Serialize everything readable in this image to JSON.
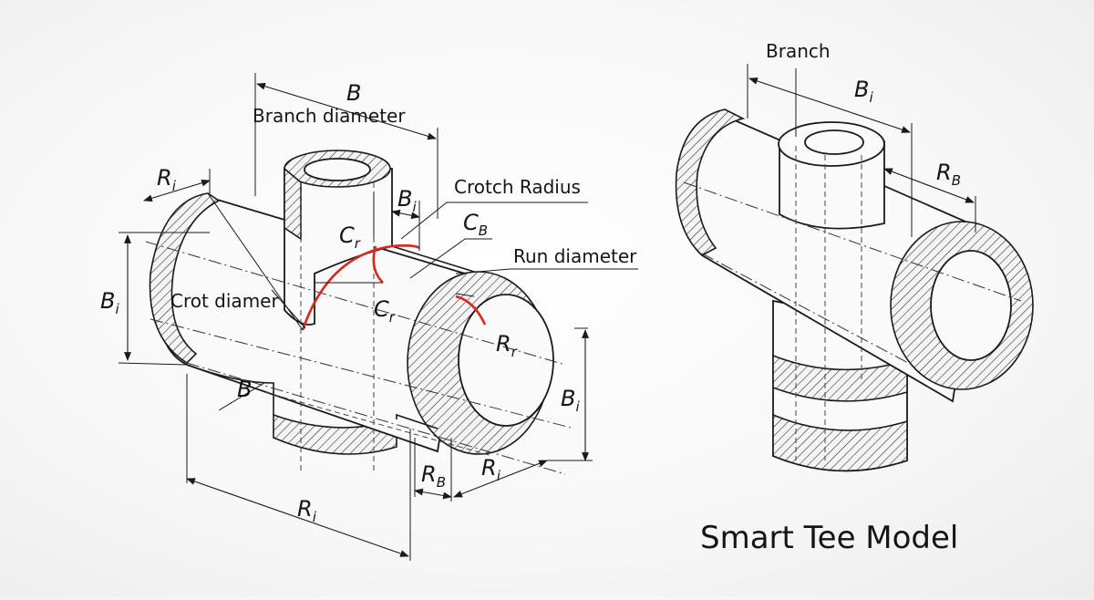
{
  "labels": {
    "b_top": "B",
    "branch_diameter": "Branch diameter",
    "crotch_radius": "Crotch Radius",
    "run_diameter": "Run diameter",
    "crot_diamer": "Crot diamer",
    "branch": "Branch",
    "title": "Smart Tee Model",
    "b_low": "B"
  },
  "symbols": {
    "ri_left": {
      "base": "R",
      "sub": "i"
    },
    "bi_left": {
      "base": "B",
      "sub": "i"
    },
    "bi_small": {
      "base": "B",
      "sub": "i"
    },
    "cr_upper": {
      "base": "C",
      "sub": "r"
    },
    "cb": {
      "base": "C",
      "sub": "B"
    },
    "cr_lower": {
      "base": "C",
      "sub": "r"
    },
    "rr": {
      "base": "R",
      "sub": "r"
    },
    "bi_right": {
      "base": "B",
      "sub": "i"
    },
    "rb_bottom": {
      "base": "R",
      "sub": "B"
    },
    "ri_bottom_right": {
      "base": "R",
      "sub": "i"
    },
    "ri_bottom": {
      "base": "R",
      "sub": "i"
    },
    "bi_top_right": {
      "base": "B",
      "sub": "i"
    },
    "rb_right": {
      "base": "R",
      "sub": "B"
    }
  }
}
